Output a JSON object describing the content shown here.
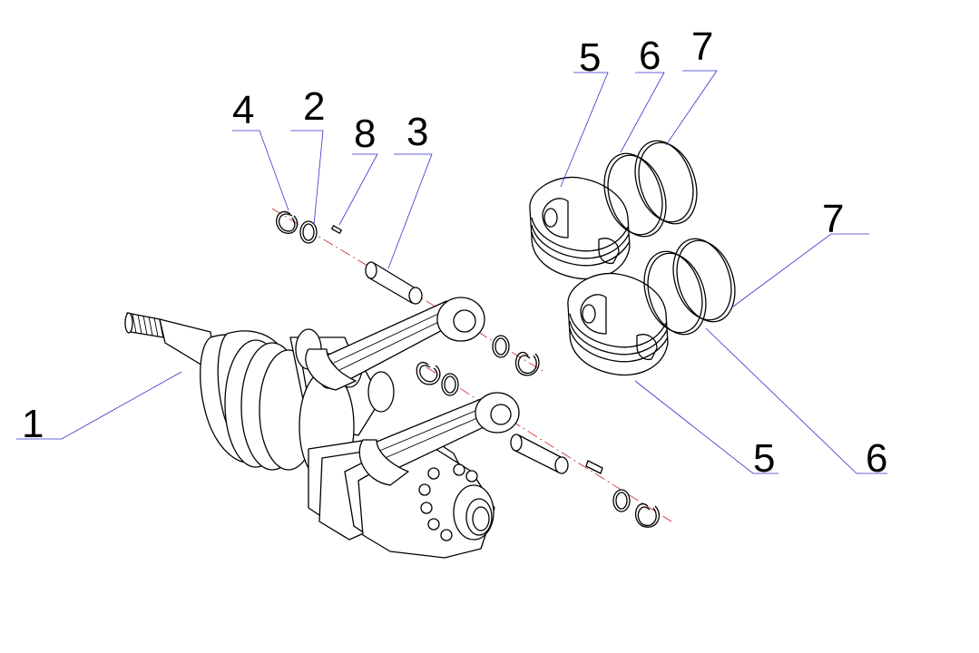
{
  "callouts": [
    {
      "id": "c1",
      "label": "1"
    },
    {
      "id": "c2",
      "label": "2"
    },
    {
      "id": "c3",
      "label": "3"
    },
    {
      "id": "c4",
      "label": "4"
    },
    {
      "id": "c5a",
      "label": "5"
    },
    {
      "id": "c5b",
      "label": "5"
    },
    {
      "id": "c6a",
      "label": "6"
    },
    {
      "id": "c6b",
      "label": "6"
    },
    {
      "id": "c7a",
      "label": "7"
    },
    {
      "id": "c7b",
      "label": "7"
    },
    {
      "id": "c8",
      "label": "8"
    }
  ],
  "colors": {
    "leader_line": "#3333cc",
    "center_axis": "#cc2222",
    "outline": "#000000",
    "background": "#ffffff"
  }
}
